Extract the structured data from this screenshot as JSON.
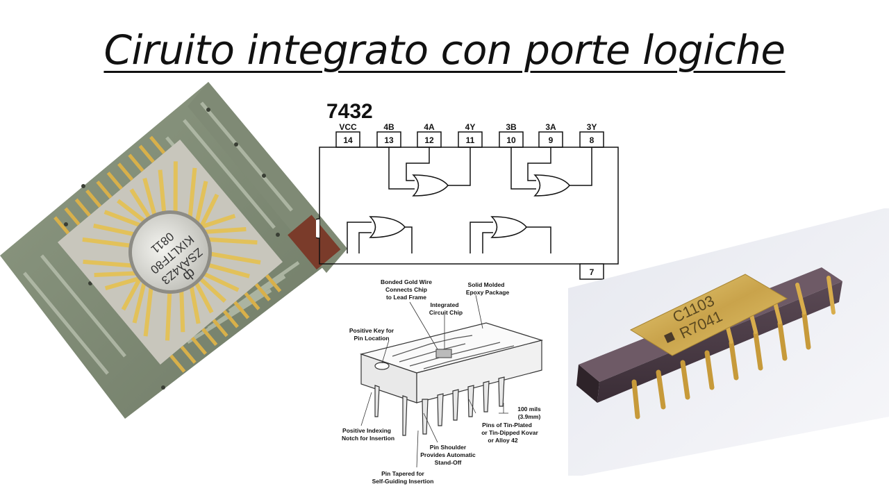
{
  "slide": {
    "title": "Ciruito integrato con porte logiche"
  },
  "photo_left": {
    "chip_marking_line1": "0811",
    "chip_marking_line2": "KIXLTF80",
    "chip_marking_line3": "ZSAλ4Z3",
    "chip_logo": "ф"
  },
  "schematic": {
    "part_number": "7432",
    "top_pins": [
      {
        "label": "VCC",
        "number": "14"
      },
      {
        "label": "4B",
        "number": "13"
      },
      {
        "label": "4A",
        "number": "12"
      },
      {
        "label": "4Y",
        "number": "11"
      },
      {
        "label": "3B",
        "number": "10"
      },
      {
        "label": "3A",
        "number": "9"
      },
      {
        "label": "3Y",
        "number": "8"
      }
    ],
    "bottom_pin_number": "7"
  },
  "package_diagram": {
    "labels": {
      "bonded_gold_wire_1": "Bonded Gold Wire",
      "bonded_gold_wire_2": "Connects Chip",
      "bonded_gold_wire_3": "to Lead Frame",
      "solid_molded_1": "Solid Molded",
      "solid_molded_2": "Epoxy Package",
      "ic_chip_1": "Integrated",
      "ic_chip_2": "Circuit Chip",
      "positive_key_1": "Positive Key for",
      "positive_key_2": "Pin Location",
      "spacing_1": "100 mils",
      "spacing_2": "(3.9mm)",
      "indexing_1": "Positive Indexing",
      "indexing_2": "Notch for Insertion",
      "pins_1": "Pins of Tin-Plated",
      "pins_2": "or Tin-Dipped Kovar",
      "pins_3": "or Alloy 42",
      "shoulder_1": "Pin Shoulder",
      "shoulder_2": "Provides Automatic",
      "shoulder_3": "Stand-Off",
      "tapered_1": "Pin Tapered for",
      "tapered_2": "Self-Guiding Insertion"
    }
  },
  "photo_right": {
    "chip_marking_line1": "C1103",
    "chip_marking_line2": "R7041"
  }
}
